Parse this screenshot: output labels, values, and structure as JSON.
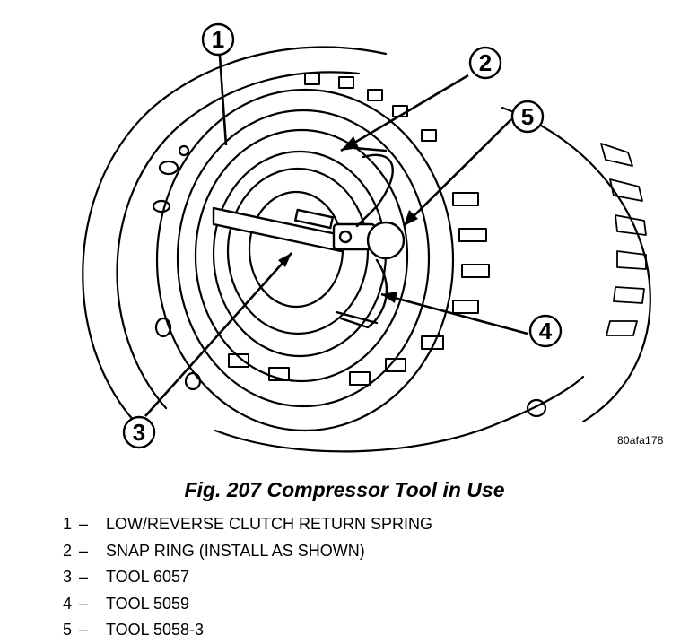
{
  "figure": {
    "image_code": "80afa178",
    "callouts": [
      {
        "id": "1"
      },
      {
        "id": "2"
      },
      {
        "id": "3"
      },
      {
        "id": "4"
      },
      {
        "id": "5"
      }
    ]
  },
  "caption": {
    "title": "Fig. 207 Compressor Tool in Use"
  },
  "legend": [
    {
      "num": "1",
      "sep": "–",
      "text": "LOW/REVERSE CLUTCH RETURN SPRING"
    },
    {
      "num": "2",
      "sep": "–",
      "text": "SNAP RING (INSTALL AS SHOWN)"
    },
    {
      "num": "3",
      "sep": "–",
      "text": "TOOL 6057"
    },
    {
      "num": "4",
      "sep": "–",
      "text": "TOOL 5059"
    },
    {
      "num": "5",
      "sep": "–",
      "text": "TOOL 5058-3"
    }
  ]
}
